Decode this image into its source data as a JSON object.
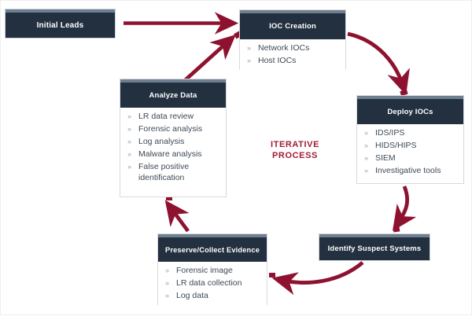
{
  "diagram": {
    "title": "Iterative incident response process cycle",
    "center_label_line1": "ITERATIVE",
    "center_label_line2": "PROCESS",
    "colors": {
      "header_navy": "#22303f",
      "header_top_strip": "#6d7f90",
      "arrow_maroon": "#8e1230",
      "center_text": "#a01c35",
      "list_text": "#3d4a57",
      "card_border": "#d9d9dd",
      "canvas": "#ffffff"
    },
    "bullet_glyph": "»",
    "nodes": [
      {
        "id": "initial-leads",
        "title": "Initial Leads",
        "items": []
      },
      {
        "id": "ioc-creation",
        "title": "IOC Creation",
        "items": [
          "Network IOCs",
          "Host IOCs"
        ]
      },
      {
        "id": "deploy-iocs",
        "title": "Deploy IOCs",
        "items": [
          "IDS/IPS",
          "HIDS/HIPS",
          "SIEM",
          "Investigative tools"
        ]
      },
      {
        "id": "identify-suspect-systems",
        "title": "Identify Suspect Systems",
        "items": []
      },
      {
        "id": "preserve-collect-evidence",
        "title": "Preserve/Collect Evidence",
        "items": [
          "Forensic image",
          "LR data collection",
          "Log data"
        ]
      },
      {
        "id": "analyze-data",
        "title": "Analyze Data",
        "items": [
          "LR data review",
          "Forensic analysis",
          "Log analysis",
          "Malware analysis",
          "False positive identification"
        ]
      }
    ],
    "arrows": [
      {
        "from": "initial-leads",
        "to": "ioc-creation",
        "shape": "straight"
      },
      {
        "from": "ioc-creation",
        "to": "deploy-iocs",
        "shape": "curved"
      },
      {
        "from": "deploy-iocs",
        "to": "identify-suspect-systems",
        "shape": "curved"
      },
      {
        "from": "identify-suspect-systems",
        "to": "preserve-collect-evidence",
        "shape": "curved"
      },
      {
        "from": "preserve-collect-evidence",
        "to": "analyze-data",
        "shape": "straight"
      },
      {
        "from": "analyze-data",
        "to": "ioc-creation",
        "shape": "straight"
      }
    ]
  }
}
